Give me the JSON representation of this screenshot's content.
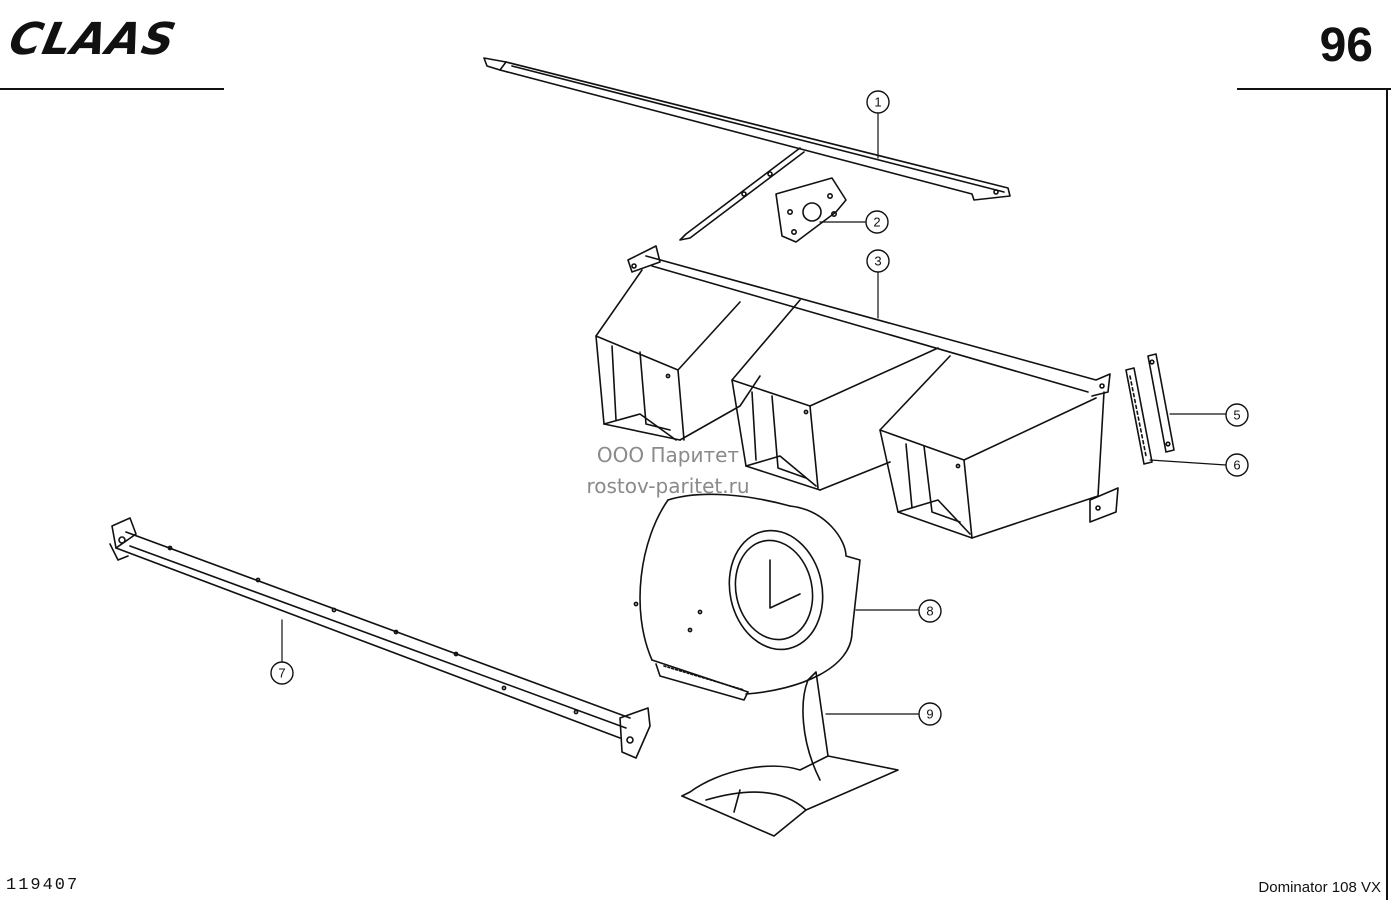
{
  "header": {
    "brand_logo": "CLAAS",
    "page_number": "96"
  },
  "watermark": {
    "line1": "ООО Паритет",
    "line2": "rostov-paritet.ru"
  },
  "footer": {
    "drawing_number": "119407",
    "model": "Dominator 108 VX"
  },
  "callouts": [
    "1",
    "2",
    "3",
    "5",
    "6",
    "7",
    "8",
    "9"
  ]
}
